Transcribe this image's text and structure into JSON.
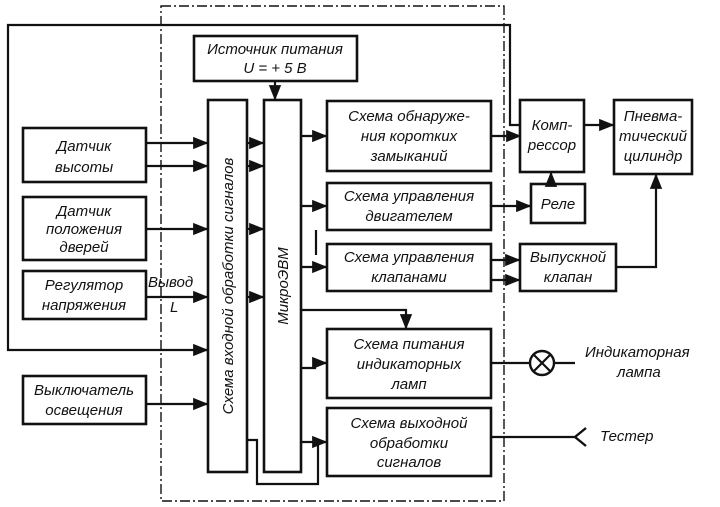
{
  "blocks": {
    "power_supply": [
      "Источник питания",
      "U = + 5 В"
    ],
    "height_sensor": [
      "Датчик",
      "высоты"
    ],
    "door_sensor": [
      "Датчик",
      "положения",
      "дверей"
    ],
    "voltage_regulator": [
      "Регулятор",
      "напряжения"
    ],
    "light_switch": [
      "Выключатель",
      "освещения"
    ],
    "input_processing": "Схема входной обработки сигналов",
    "microcomputer": "МикроЭВМ",
    "short_circuit": [
      "Схема обнаруже-",
      "ния коротких",
      "замыканий"
    ],
    "motor_control": [
      "Схема управления",
      "двигателем"
    ],
    "valve_control": [
      "Схема управления",
      "клапанами"
    ],
    "lamp_power": [
      "Схема питания",
      "индикаторных",
      "ламп"
    ],
    "output_processing": [
      "Схема выходной",
      "обработки",
      "сигналов"
    ],
    "compressor": [
      "Комп-",
      "рессор"
    ],
    "relay": "Реле",
    "pneumatic_cylinder": [
      "Пневма-",
      "тический",
      "цилиндр"
    ],
    "exhaust_valve": [
      "Выпускной",
      "клапан"
    ]
  },
  "labels": {
    "output_l": [
      "Вывод",
      "L"
    ],
    "indicator_lamp": [
      "Индикаторная",
      "лампа"
    ],
    "tester": "Тестер"
  },
  "colors": {
    "ink": "#111111",
    "background": "#ffffff"
  }
}
